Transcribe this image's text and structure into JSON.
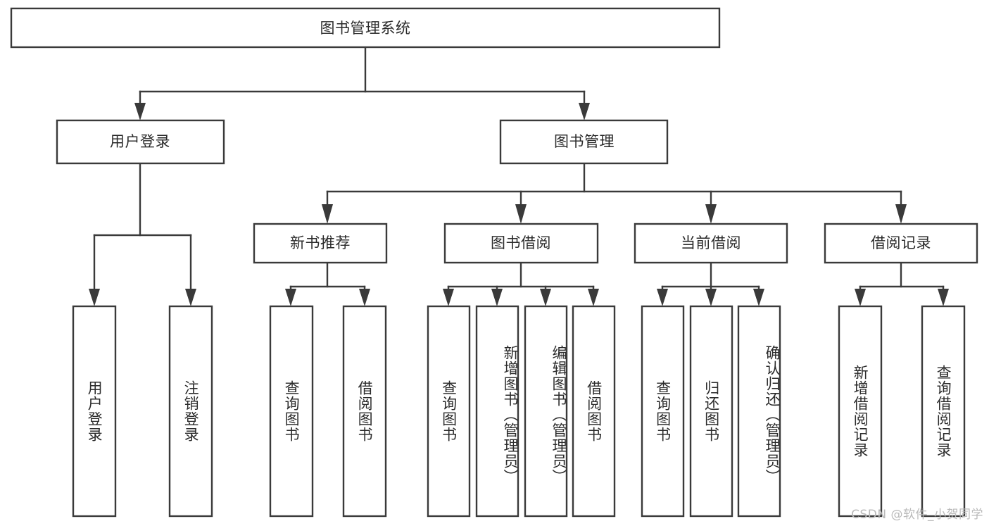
{
  "diagram": {
    "title_box": {
      "label": "图书管理系统"
    },
    "level2": [
      {
        "label": "用户登录"
      },
      {
        "label": "图书管理"
      }
    ],
    "level3": [
      {
        "label": "新书推荐"
      },
      {
        "label": "图书借阅"
      },
      {
        "label": "当前借阅"
      },
      {
        "label": "借阅记录"
      }
    ],
    "leaves": {
      "user_login": [
        {
          "label": "用户登录"
        },
        {
          "label": "注销登录"
        }
      ],
      "new_book": [
        {
          "label": "查询图书"
        },
        {
          "label": "借阅图书"
        }
      ],
      "book_borrow": [
        {
          "label": "查询图书"
        },
        {
          "label": "新增图书（管理员）"
        },
        {
          "label": "编辑图书（管理员）"
        },
        {
          "label": "借阅图书"
        }
      ],
      "current_borrow": [
        {
          "label": "查询图书"
        },
        {
          "label": "归还图书"
        },
        {
          "label": "确认归还（管理员）"
        }
      ],
      "borrow_record": [
        {
          "label": "新增借阅记录"
        },
        {
          "label": "查询借阅记录"
        }
      ]
    },
    "watermark": "CSDN @软件_小贺同学",
    "colors": {
      "box_stroke": "#3a3a3a",
      "box_fill": "#ffffff",
      "text": "#2b2b2b",
      "background": "#ffffff",
      "watermark": "#b9b9b9"
    }
  }
}
